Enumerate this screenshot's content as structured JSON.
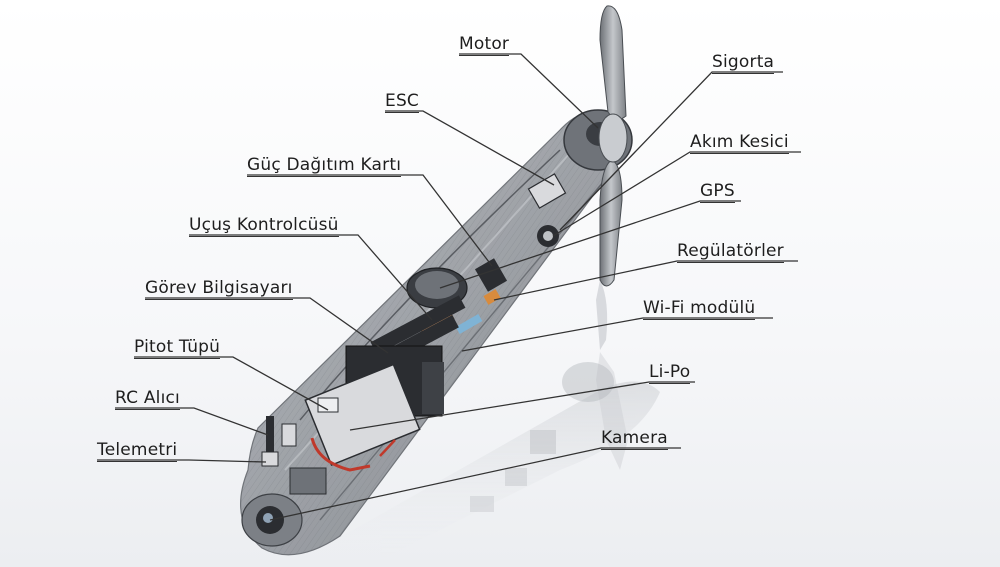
{
  "labels": {
    "motor": "Motor",
    "sigorta": "Sigorta",
    "esc": "ESC",
    "akim_kesici": "Akım Kesici",
    "guc_dagitim": "Güç Dağıtım Kartı",
    "gps": "GPS",
    "ucus_kontrolcusu": "Uçuş Kontrolcüsü",
    "regulatorler": "Regülatörler",
    "gorev_bilgisayari": "Görev Bilgisayarı",
    "wifi": "Wi-Fi modülü",
    "pitot": "Pitot Tüpü",
    "lipo": "Li-Po",
    "rc_alici": "RC Alıcı",
    "kamera": "Kamera",
    "telemetri": "Telemetri"
  },
  "colors": {
    "fuselage": "#8f9399",
    "fuselage_edge": "#55595f",
    "component_dark": "#2b2d31",
    "component_light": "#d9dadd",
    "wire_red": "#c0392b",
    "board_orange": "#e8a36a",
    "board_blue": "#7fb3d5",
    "leader": "#333333"
  }
}
